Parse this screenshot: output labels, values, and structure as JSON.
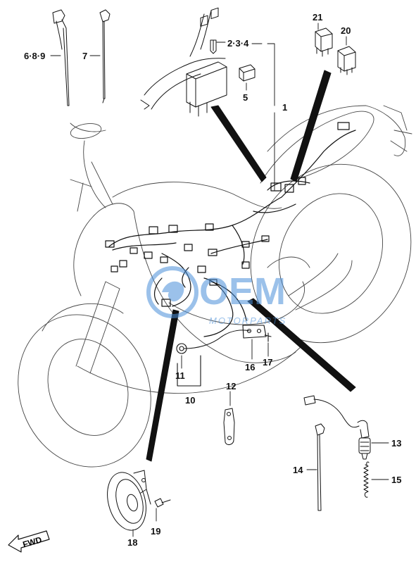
{
  "diagram": {
    "callouts": [
      {
        "id": "c1",
        "text": "1"
      },
      {
        "id": "c234",
        "text": "2·3·4"
      },
      {
        "id": "c5",
        "text": "5"
      },
      {
        "id": "c689",
        "text": "6·8·9"
      },
      {
        "id": "c7",
        "text": "7"
      },
      {
        "id": "c10",
        "text": "10"
      },
      {
        "id": "c11",
        "text": "11"
      },
      {
        "id": "c12",
        "text": "12"
      },
      {
        "id": "c13",
        "text": "13"
      },
      {
        "id": "c14",
        "text": "14"
      },
      {
        "id": "c15",
        "text": "15"
      },
      {
        "id": "c16",
        "text": "16"
      },
      {
        "id": "c17",
        "text": "17"
      },
      {
        "id": "c18",
        "text": "18"
      },
      {
        "id": "c19",
        "text": "19"
      },
      {
        "id": "c20",
        "text": "20"
      },
      {
        "id": "c21",
        "text": "21"
      }
    ],
    "fwd_label": "FWD",
    "watermark": {
      "brand": "OEM",
      "tagline": "MOTORPARTS",
      "color": "#4a90d9"
    }
  }
}
